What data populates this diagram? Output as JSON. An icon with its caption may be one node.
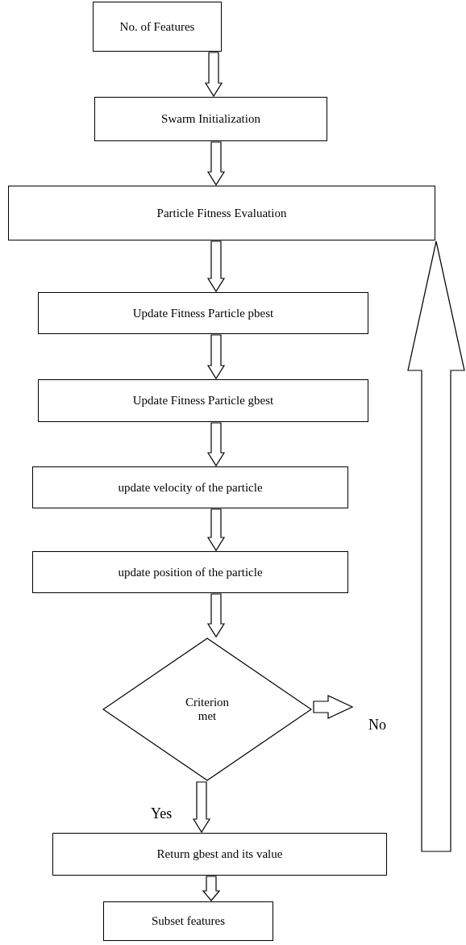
{
  "diagram": {
    "nodes": [
      {
        "text": [
          "No. of Features"
        ]
      },
      {
        "text": [
          "Swarm Initialization"
        ]
      },
      {
        "text": [
          "Particle Fitness Evaluation"
        ]
      },
      {
        "text": [
          "Update Fitness Particle pbest"
        ]
      },
      {
        "text": [
          "Update Fitness Particle gbest"
        ]
      },
      {
        "text": [
          "update velocity of the particle"
        ]
      },
      {
        "text": [
          "update position of the particle"
        ]
      },
      {
        "text": [
          "Criterion met"
        ]
      },
      {
        "text": [
          "Return gbest and its value"
        ]
      },
      {
        "text": [
          "Subset features"
        ]
      }
    ],
    "edges": [
      {
        "from": 0,
        "to": 1,
        "arrow": "to"
      },
      {
        "from": 1,
        "to": 2,
        "arrow": "to"
      },
      {
        "from": 2,
        "to": 3,
        "arrow": "to"
      },
      {
        "from": 3,
        "to": 4,
        "arrow": "to"
      },
      {
        "from": 4,
        "to": 5,
        "arrow": "to"
      },
      {
        "from": 5,
        "to": 6,
        "arrow": "to"
      },
      {
        "from": 6,
        "to": 7,
        "arrow": "to"
      },
      {
        "from": 7,
        "to": null,
        "arrow": "to",
        "label": "No"
      },
      {
        "from": null,
        "to": 2,
        "arrow": "to"
      },
      {
        "from": 7,
        "to": 8,
        "arrow": "to",
        "label": "Yes"
      },
      {
        "from": 8,
        "to": 9,
        "arrow": "to"
      }
    ]
  }
}
